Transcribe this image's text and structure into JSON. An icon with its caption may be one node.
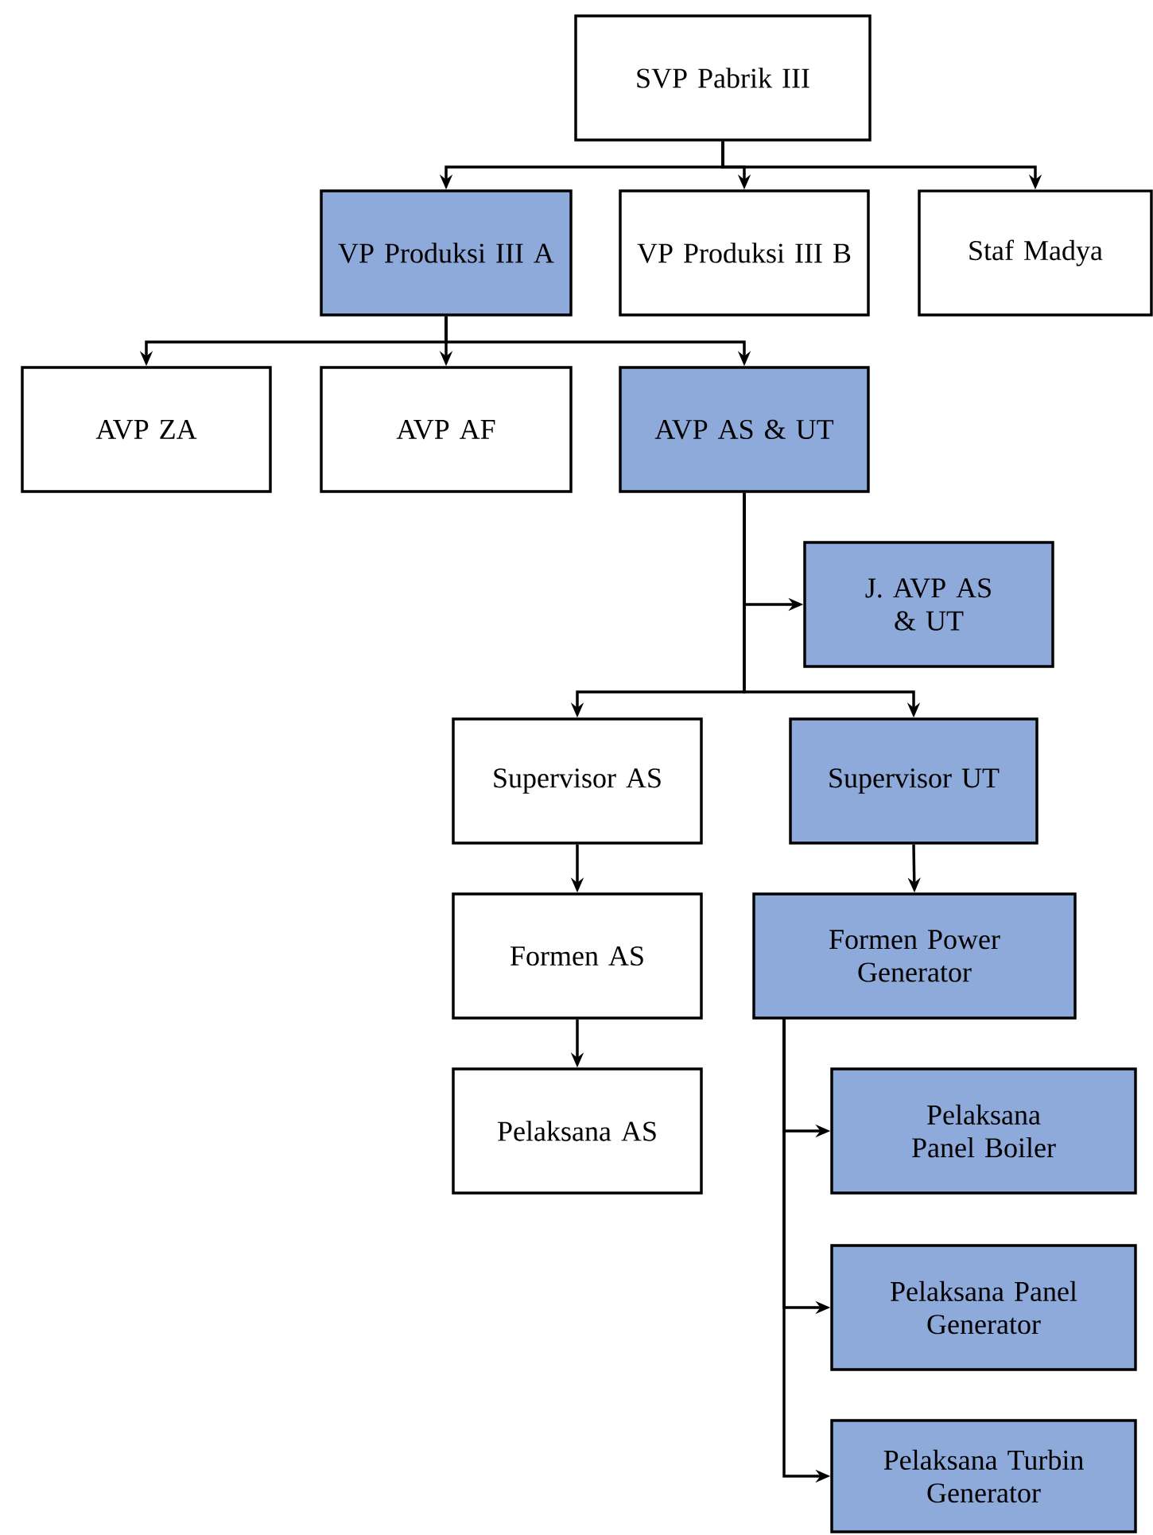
{
  "diagram": {
    "nodes": [
      {
        "text": [
          "SVP Pabrik III"
        ]
      },
      {
        "text": [
          "VP Produksi III A"
        ]
      },
      {
        "text": [
          "VP Produksi III B"
        ]
      },
      {
        "text": [
          "Staf Madya"
        ]
      },
      {
        "text": [
          "AVP ZA"
        ]
      },
      {
        "text": [
          "AVP AF"
        ]
      },
      {
        "text": [
          "AVP AS & UT"
        ]
      },
      {
        "text": [
          "J. AVP AS & UT"
        ]
      },
      {
        "text": [
          "Supervisor AS"
        ]
      },
      {
        "text": [
          "Supervisor UT"
        ]
      },
      {
        "text": [
          "Formen AS"
        ]
      },
      {
        "text": [
          "Formen Power Generator"
        ]
      },
      {
        "text": [
          "Pelaksana AS"
        ]
      },
      {
        "text": [
          "Pelaksana Panel Boiler"
        ]
      },
      {
        "text": [
          "Pelaksana Panel Generator"
        ]
      },
      {
        "text": [
          "Pelaksana Turbin Generator"
        ]
      }
    ],
    "edges": [
      {
        "from": 0,
        "to": 1,
        "arrow": "to"
      },
      {
        "from": 0,
        "to": 2,
        "arrow": "to"
      },
      {
        "from": 0,
        "to": 3,
        "arrow": "to"
      },
      {
        "from": 1,
        "to": 4,
        "arrow": "to"
      },
      {
        "from": 1,
        "to": 5,
        "arrow": "to"
      },
      {
        "from": 1,
        "to": 6,
        "arrow": "to"
      },
      {
        "from": 6,
        "to": 7,
        "arrow": "to"
      },
      {
        "from": 6,
        "to": 8,
        "arrow": "to"
      },
      {
        "from": 6,
        "to": 9,
        "arrow": "to"
      },
      {
        "from": 8,
        "to": 10,
        "arrow": "to"
      },
      {
        "from": 10,
        "to": 12,
        "arrow": "to"
      },
      {
        "from": 9,
        "to": 11,
        "arrow": "to"
      },
      {
        "from": 11,
        "to": 13,
        "arrow": "to"
      },
      {
        "from": 11,
        "to": 14,
        "arrow": "to"
      },
      {
        "from": 11,
        "to": 15,
        "arrow": "to"
      }
    ]
  }
}
